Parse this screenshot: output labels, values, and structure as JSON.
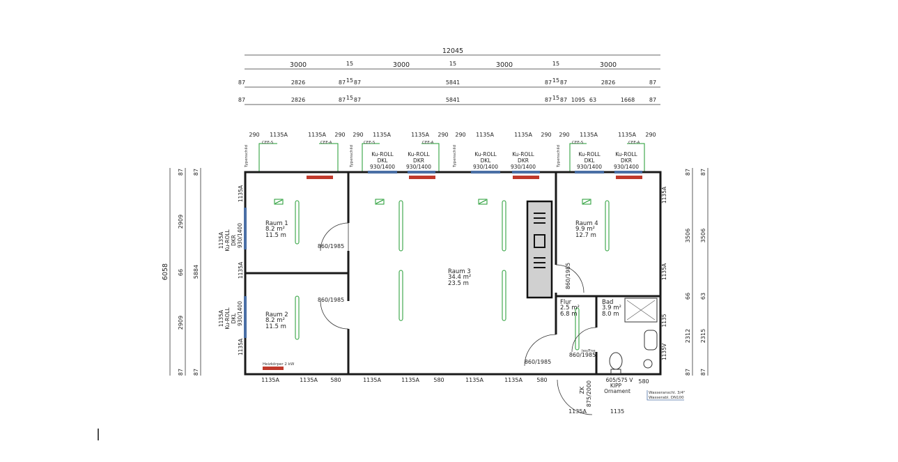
{
  "dimensions": {
    "total_width": "12045",
    "module_row": [
      "3000",
      "15",
      "3000",
      "15",
      "3000",
      "15",
      "3000"
    ],
    "inner_row_1": [
      "87",
      "2826",
      "87",
      "15",
      "87",
      "5841",
      "87",
      "15",
      "87",
      "2826",
      "87"
    ],
    "inner_row_2": [
      "87",
      "2826",
      "87",
      "15",
      "87",
      "5841",
      "87",
      "15",
      "87",
      "1095",
      "63",
      "1668",
      "87"
    ],
    "left_outer": [
      "87",
      "2909",
      "66",
      "2909",
      "87"
    ],
    "left_total": "6058",
    "left_inner": "5884",
    "right_outer_top": [
      "87",
      "3506",
      "66",
      "2312",
      "87"
    ],
    "right_inner": [
      "87",
      "3506",
      "63",
      "2315",
      "87"
    ]
  },
  "top_labels": [
    "290",
    "1135A",
    "1135A",
    "290",
    "290",
    "1135A",
    "1135A",
    "290",
    "290",
    "1135A",
    "1135A",
    "290",
    "290",
    "1135A",
    "1135A",
    "290"
  ],
  "bottom_labels": [
    "1135A",
    "1135A",
    "580",
    "1135A",
    "1135A",
    "580",
    "1135A",
    "1135A",
    "580",
    "580"
  ],
  "bottom_extra": [
    "1135A",
    "1135"
  ],
  "side_labels": [
    "1135A",
    "1135A",
    "1135A",
    "1135A",
    "1135A",
    "1135A",
    "1135",
    "1135V"
  ],
  "windows_top": [
    {
      "l1": "Ku-ROLL",
      "l2": "DKL",
      "l3": "930/1400"
    },
    {
      "l1": "Ku-ROLL",
      "l2": "DKR",
      "l3": "930/1400"
    },
    {
      "l1": "Ku-ROLL",
      "l2": "DKL",
      "l3": "930/1400"
    },
    {
      "l1": "Ku-ROLL",
      "l2": "DKR",
      "l3": "930/1400"
    },
    {
      "l1": "Ku-ROLL",
      "l2": "DKL",
      "l3": "930/1400"
    },
    {
      "l1": "Ku-ROLL",
      "l2": "DKR",
      "l3": "930/1400"
    }
  ],
  "windows_left": [
    {
      "l1": "1135A",
      "l2": "Ku-ROLL",
      "l3": "DKR",
      "l4": "930/1400"
    },
    {
      "l1": "1135A",
      "l2": "Ku-ROLL",
      "l3": "DKL",
      "l4": "930/1400"
    }
  ],
  "rooms": [
    {
      "name": "Raum 1",
      "area": "8.2 m²",
      "perimeter": "11.5 m"
    },
    {
      "name": "Raum 2",
      "area": "8.2 m²",
      "perimeter": "11.5 m"
    },
    {
      "name": "Raum 3",
      "area": "34.4 m²",
      "perimeter": "23.5 m"
    },
    {
      "name": "Raum 4",
      "area": "9.9 m²",
      "perimeter": "12.7 m"
    },
    {
      "name": "Flur",
      "area": "2.5 m²",
      "perimeter": "6.8 m"
    },
    {
      "name": "Bad",
      "area": "3.9 m²",
      "perimeter": "8.0 m"
    }
  ],
  "doors": [
    "860/1985",
    "860/1985",
    "860/1985",
    "860/1985",
    "860/1985"
  ],
  "door_misc": {
    "les": "les/Fne",
    "zk": "ZK",
    "zk_size": "875/2000"
  },
  "bath_window": {
    "l1": "605/575 V",
    "l2": "KIPP",
    "l3": "Ornament"
  },
  "notes": {
    "water1": "Wasseranschl. 3/4\"",
    "water2": "Wasserabl. DN100"
  },
  "cee": [
    "CEE-S",
    "CEE-A",
    "CEE-S",
    "CEE-A",
    "CEE-S",
    "CEE-A"
  ],
  "typenschild": "Typenschild",
  "heater": "Heizkörper 2 kW",
  "colors": {
    "walls": "#1a1a1a",
    "electrical": "#1e9a2e",
    "heater": "#c0392b",
    "window": "#4a6fa5",
    "stair_fill": "#d0d0d0"
  },
  "icons": [
    "equals-icon",
    "rectangle-icon",
    "equals-icon"
  ]
}
